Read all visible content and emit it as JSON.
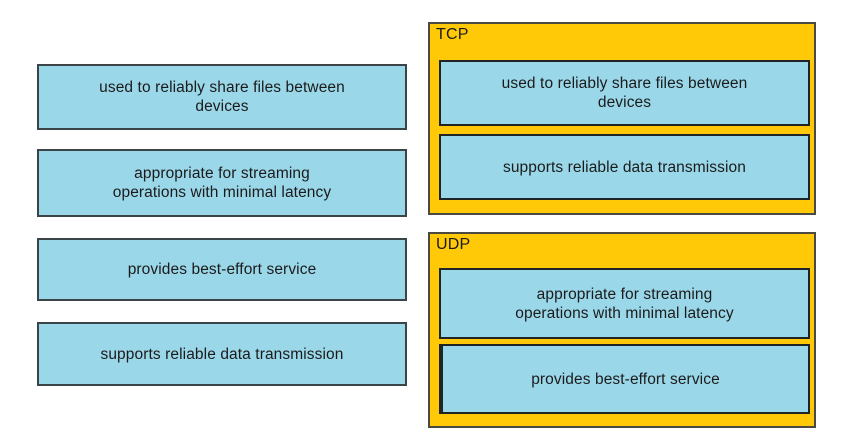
{
  "meta": {
    "kind": "drag-and-drop-matching-exercise",
    "colors": {
      "tile_fill": "#9ad7e9",
      "tile_border": "#3a4449",
      "zone_fill": "#ffc907",
      "zone_border": "#4a4a42",
      "page_background": "#ffffff",
      "text": "#1b1b1b"
    }
  },
  "source_pool": {
    "name": "answer-choices",
    "tiles": [
      {
        "id": "tile-reliably-share-files",
        "line1": "used to reliably share files between",
        "line2": "devices"
      },
      {
        "id": "tile-streaming-latency",
        "line1": "appropriate for streaming",
        "line2": "operations with minimal latency"
      },
      {
        "id": "tile-best-effort",
        "line1": "provides best-effort service",
        "line2": ""
      },
      {
        "id": "tile-reliable-transmission",
        "line1": "supports reliable data transmission",
        "line2": ""
      }
    ]
  },
  "drop_zones": [
    {
      "id": "zone-tcp",
      "label": "TCP",
      "tiles": [
        {
          "id": "tcp-tile-1",
          "line1": "used to reliably share files between",
          "line2": "devices"
        },
        {
          "id": "tcp-tile-2",
          "line1": "supports reliable data transmission",
          "line2": ""
        }
      ]
    },
    {
      "id": "zone-udp",
      "label": "UDP",
      "tiles": [
        {
          "id": "udp-tile-1",
          "line1": "appropriate for streaming",
          "line2": "operations with minimal latency"
        },
        {
          "id": "udp-tile-2",
          "line1": "provides best-effort service",
          "line2": ""
        }
      ]
    }
  ]
}
